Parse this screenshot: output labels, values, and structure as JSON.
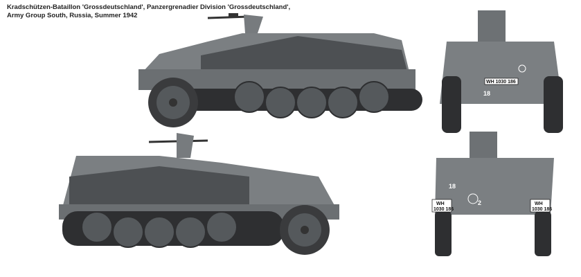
{
  "caption": {
    "line1": "Kradschützen-Bataillon 'Grossdeutschland', Panzergrenadier Division 'Grossdeutschland',",
    "line2": "Army Group South, Russia, Summer 1942"
  },
  "markings": {
    "registration": "WH 1030 186",
    "plate_prefix": "WH",
    "plate_number": "1030 186",
    "vehicle_number": "18",
    "tactical_sign_number": "2"
  },
  "colors": {
    "body": "#6d7174",
    "body_dark": "#4a4d50",
    "track": "#2e2f31",
    "wheel": "#55595c"
  }
}
